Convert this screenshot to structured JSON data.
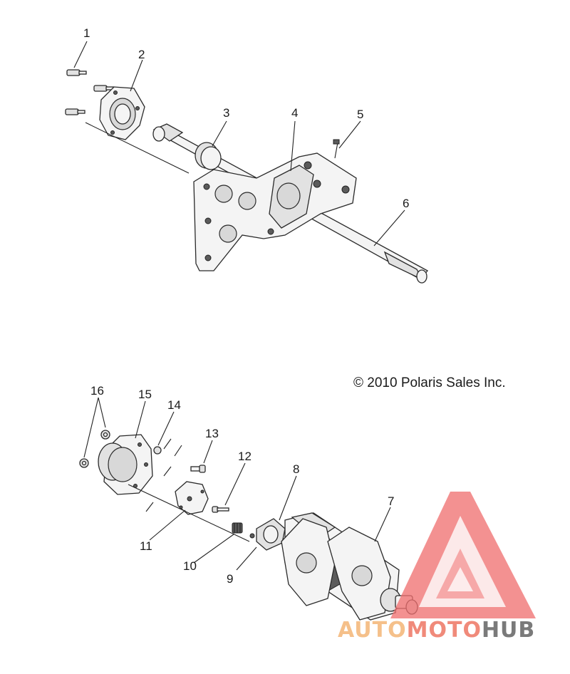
{
  "diagram": {
    "copyright": "© 2010 Polaris Sales Inc.",
    "callouts": [
      "1",
      "2",
      "3",
      "4",
      "5",
      "6",
      "7",
      "8",
      "9",
      "10",
      "11",
      "12",
      "13",
      "14",
      "15",
      "16"
    ]
  },
  "watermark": {
    "word_auto": "AUTO",
    "word_moto": "MOTO",
    "word_hub": "HUB",
    "colors": {
      "auto": "#f5c08a",
      "moto": "#f08a7a",
      "hub": "#7a7a7a",
      "triangle": "#f07070"
    }
  }
}
